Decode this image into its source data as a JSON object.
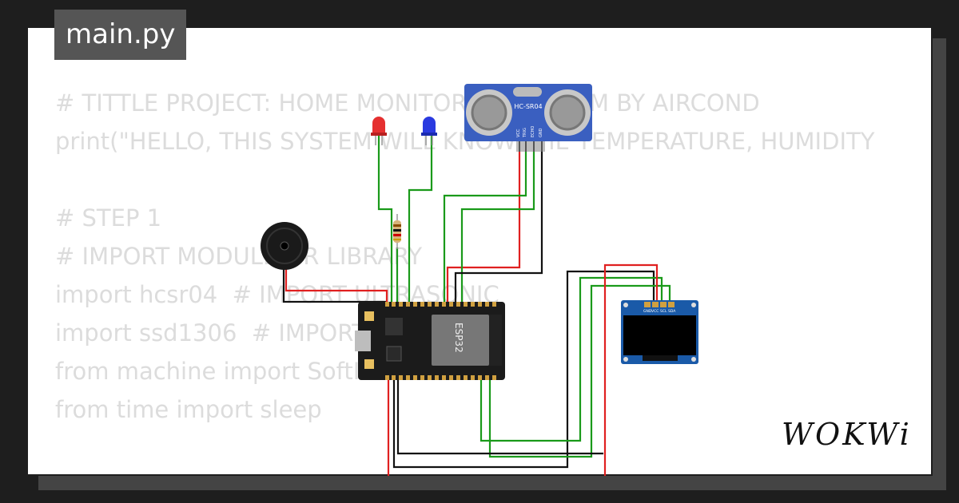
{
  "file_tab": {
    "label": "main.py"
  },
  "code_lines": [
    "# TITTLE PROJECT: HOME MONITORING SYSTEM BY AIRCOND",
    "print(\"HELLO, THIS SYSTEM WILL KNOW THE TEMPERATURE, HUMIDITY",
    "",
    "# STEP 1",
    "# IMPORT MODULE OR LIBRARY",
    "import hcsr04  # IMPORT ULTRASONIC",
    "import ssd1306  # IMPORT OLED",
    "from machine import SoftI2C, PWM",
    "from time import sleep"
  ],
  "brand": {
    "logo_text": "WOKWi"
  },
  "components": {
    "ultrasonic_label": "HC-SR04",
    "ultrasonic_pins": [
      "VCC",
      "TRIG",
      "ECHO",
      "GND"
    ],
    "mcu_label": "ESP32",
    "oled_pins": [
      "GND",
      "VCC",
      "SCL",
      "SDA"
    ]
  },
  "colors": {
    "wire_red": "#e02020",
    "wire_green": "#1a9a1a",
    "wire_black": "#111111",
    "led_red": "#e53030",
    "led_blue": "#2a3ae0",
    "board_dark": "#1b1b1b",
    "oled_pcb": "#1a5aa8",
    "sensor_pcb": "#3a5fc0"
  }
}
